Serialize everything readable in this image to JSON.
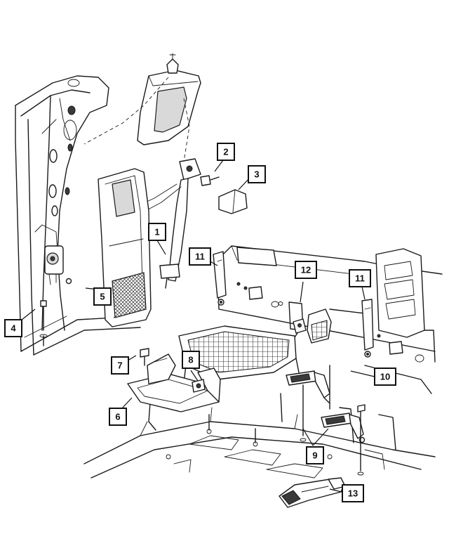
{
  "callouts": [
    {
      "label": "1"
    },
    {
      "label": "2"
    },
    {
      "label": "3"
    },
    {
      "label": "4"
    },
    {
      "label": "5"
    },
    {
      "label": "6"
    },
    {
      "label": "7"
    },
    {
      "label": "8"
    },
    {
      "label": "9"
    },
    {
      "label": "10"
    },
    {
      "label": "11"
    },
    {
      "label": "11"
    },
    {
      "label": "12"
    },
    {
      "label": "13"
    }
  ]
}
